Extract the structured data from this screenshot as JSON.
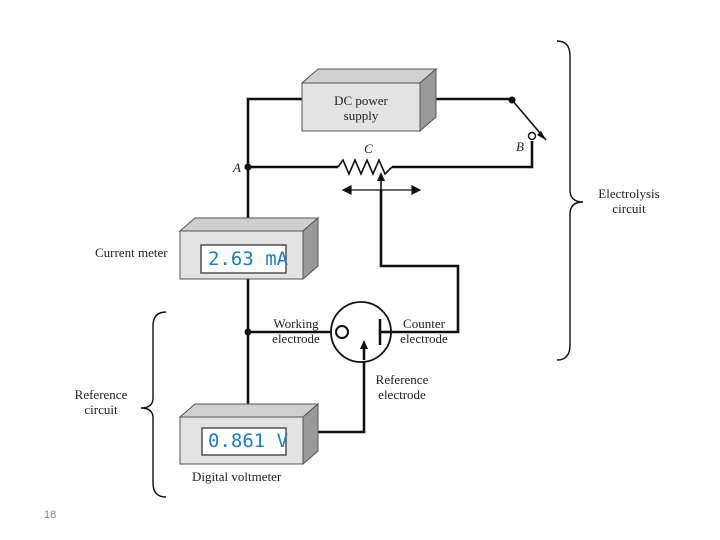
{
  "components": {
    "power_supply": {
      "line1": "DC power",
      "line2": "supply"
    },
    "current_meter": {
      "label": "Current meter",
      "reading": "2.63 mA"
    },
    "voltmeter": {
      "label": "Digital voltmeter",
      "reading": "0.861 V"
    }
  },
  "nodes": {
    "a": "A",
    "b": "B",
    "c": "C"
  },
  "electrodes": {
    "working": {
      "line1": "Working",
      "line2": "electrode"
    },
    "counter": {
      "line1": "Counter",
      "line2": "electrode"
    },
    "reference": {
      "line1": "Reference",
      "line2": "electrode"
    }
  },
  "circuits": {
    "electrolysis": {
      "line1": "Electrolysis",
      "line2": "circuit"
    },
    "reference": {
      "line1": "Reference",
      "line2": "circuit"
    }
  },
  "slide_number": "18",
  "colors": {
    "wire": "#111111",
    "box_front": "#e3e3e3",
    "lcd": "#1b7fc0"
  }
}
